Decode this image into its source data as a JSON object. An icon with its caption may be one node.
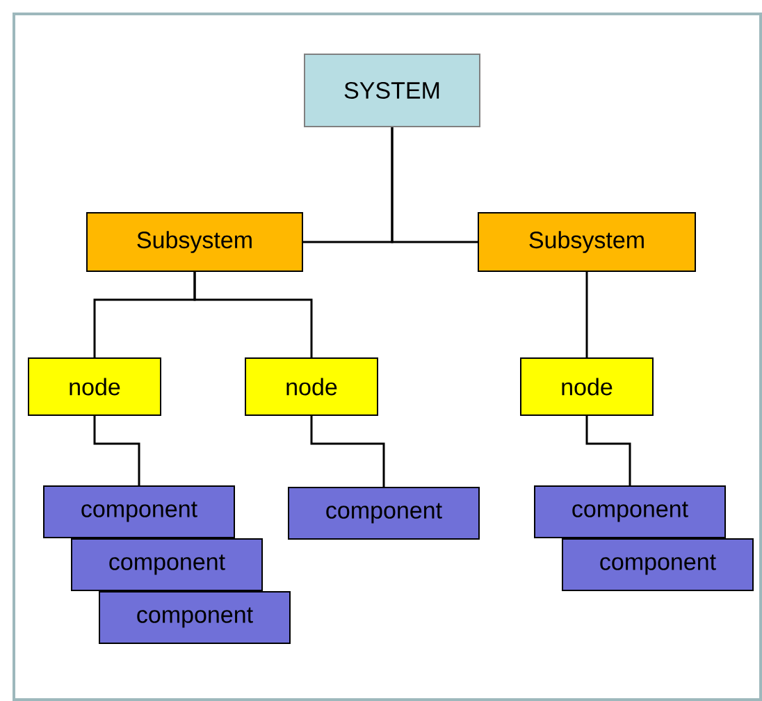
{
  "diagram": {
    "nodes": [
      {
        "text": [
          "SYSTEM"
        ]
      },
      {
        "text": [
          "Subsystem"
        ]
      },
      {
        "text": [
          "Subsystem"
        ]
      },
      {
        "text": [
          "node"
        ]
      },
      {
        "text": [
          "node"
        ]
      },
      {
        "text": [
          "node"
        ]
      },
      {
        "text": [
          "component"
        ]
      },
      {
        "text": [
          "component"
        ]
      },
      {
        "text": [
          "component"
        ]
      },
      {
        "text": [
          "component"
        ]
      },
      {
        "text": [
          "component"
        ]
      },
      {
        "text": [
          "component"
        ]
      }
    ],
    "edges": [
      {
        "from": 0,
        "to": 1,
        "arrow": "none"
      },
      {
        "from": 0,
        "to": 2,
        "arrow": "none"
      },
      {
        "from": 1,
        "to": 3,
        "arrow": "none"
      },
      {
        "from": 1,
        "to": 4,
        "arrow": "none"
      },
      {
        "from": 2,
        "to": 5,
        "arrow": "none"
      },
      {
        "from": 3,
        "to": 6,
        "arrow": "none"
      },
      {
        "from": 4,
        "to": 9,
        "arrow": "none"
      },
      {
        "from": 5,
        "to": 10,
        "arrow": "none"
      }
    ]
  }
}
